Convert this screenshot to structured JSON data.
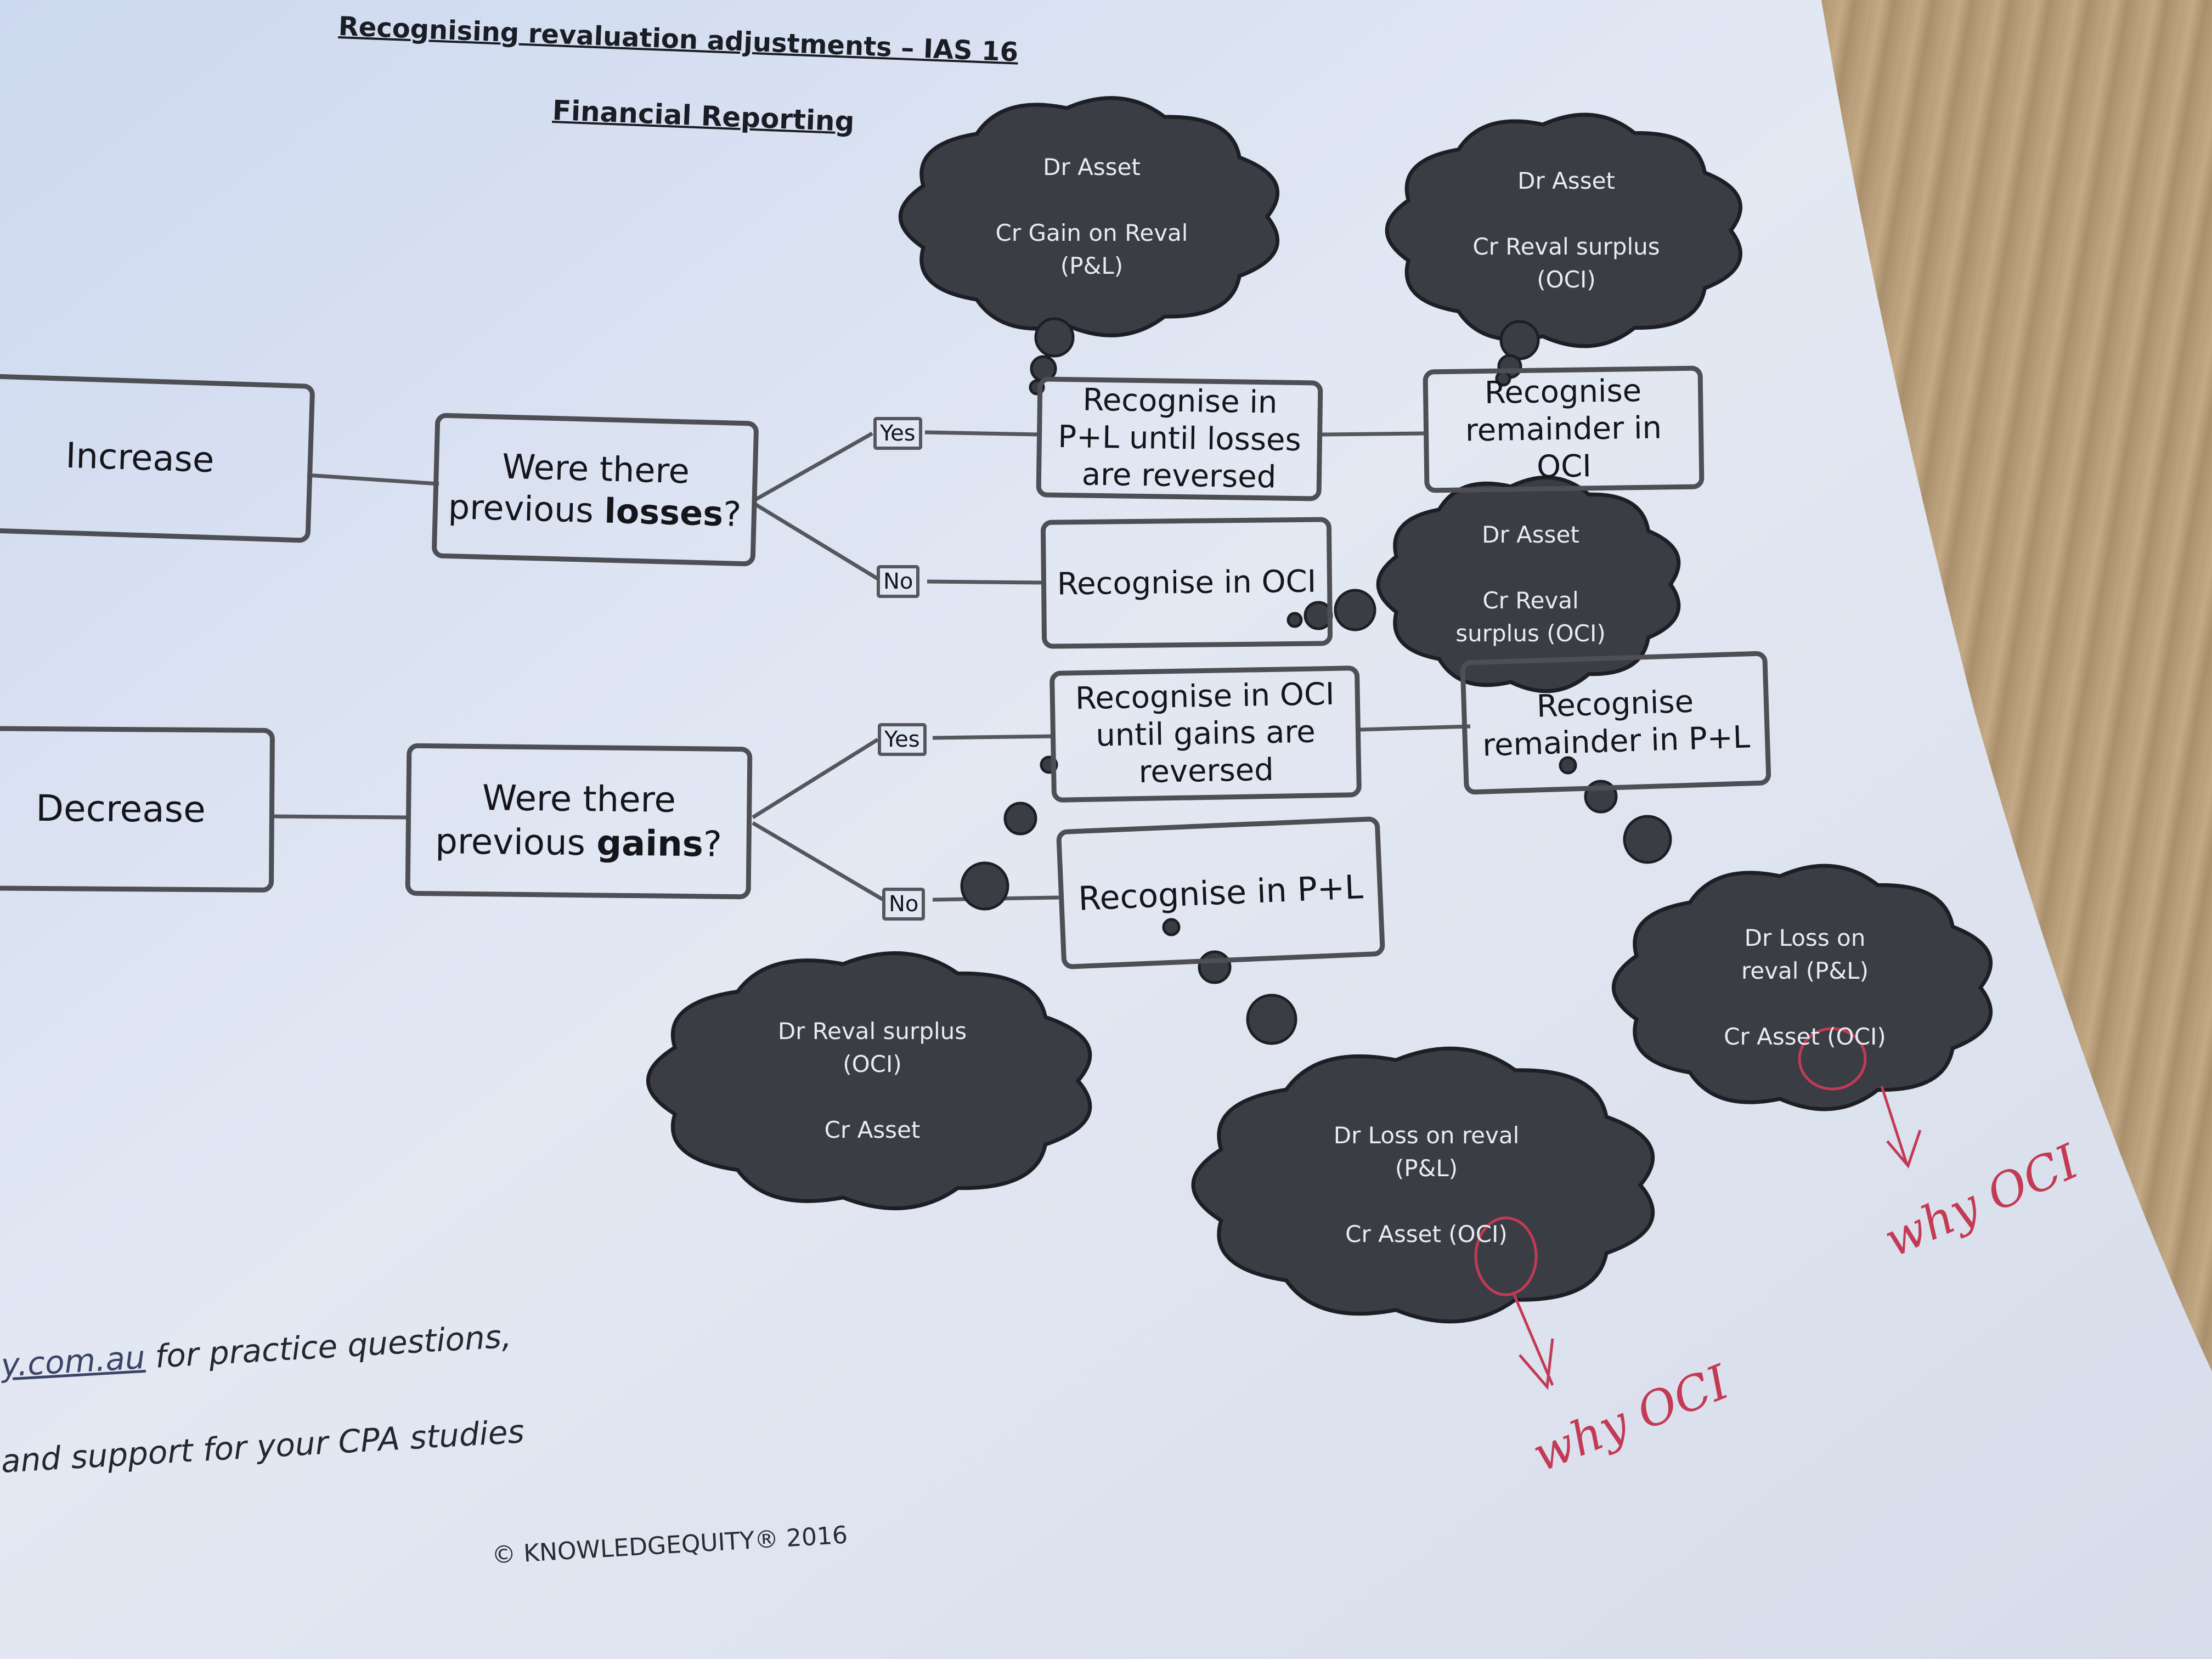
{
  "document": {
    "title": "Recognising revaluation adjustments – IAS 16",
    "subtitle": "Financial Reporting",
    "footer": {
      "line1_link": "y.com.au",
      "line1_text": " for practice questions,",
      "line2_text": "and support for your CPA studies",
      "copyright": "© KNOWLEDGEQUITY® 2016"
    }
  },
  "flowchart": {
    "increase": {
      "label": "Increase",
      "question_prefix": "Were there previous ",
      "question_bold": "losses",
      "question_suffix": "?",
      "yes_label": "Yes",
      "no_label": "No",
      "yes_outcome": "Recognise in P+L until losses are reversed",
      "yes_remainder": "Recognise remainder in OCI",
      "no_outcome": "Recognise in OCI"
    },
    "decrease": {
      "label": "Decrease",
      "question_prefix": "Were there previous ",
      "question_bold": "gains",
      "question_suffix": "?",
      "yes_label": "Yes",
      "no_label": "No",
      "yes_outcome": "Recognise in OCI until gains are reversed",
      "yes_remainder": "Recognise remainder in P+L",
      "no_outcome": "Recognise in P+L"
    }
  },
  "journal_clouds": [
    {
      "id": "inc-yes-pl",
      "lines": [
        "Dr Asset",
        "",
        "Cr Gain on Reval",
        "(P&L)"
      ]
    },
    {
      "id": "inc-yes-oci",
      "lines": [
        "Dr Asset",
        "",
        "Cr Reval surplus",
        "(OCI)"
      ]
    },
    {
      "id": "inc-no-oci",
      "lines": [
        "Dr Asset",
        "",
        "Cr Reval",
        "surplus (OCI)"
      ]
    },
    {
      "id": "dec-yes-oci",
      "lines": [
        "Dr Reval surplus",
        "(OCI)",
        "",
        "Cr Asset"
      ]
    },
    {
      "id": "dec-no-pl",
      "lines": [
        "Dr Loss on reval",
        "(P&L)",
        "",
        "Cr Asset (OCI)"
      ]
    },
    {
      "id": "dec-yes-pl",
      "lines": [
        "Dr Loss on",
        "reval (P&L)",
        "",
        "Cr Asset (OCI)"
      ]
    }
  ],
  "annotations": [
    {
      "text": "why OCI",
      "target": "dec-no-pl"
    },
    {
      "text": "why OCI",
      "target": "dec-yes-pl"
    }
  ],
  "colors": {
    "paper": "#dfe6f4",
    "cloud_fill": "#3a3d44",
    "box_border": "#4d4f55",
    "ink": "#15161b",
    "annotation_red": "#c33a55"
  }
}
